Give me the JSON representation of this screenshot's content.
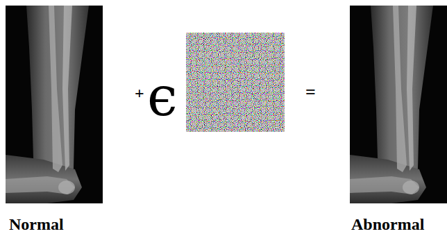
{
  "diagram": {
    "labels": [
      "+",
      "ϵ",
      "=",
      "Normal",
      "Abnormal"
    ]
  }
}
